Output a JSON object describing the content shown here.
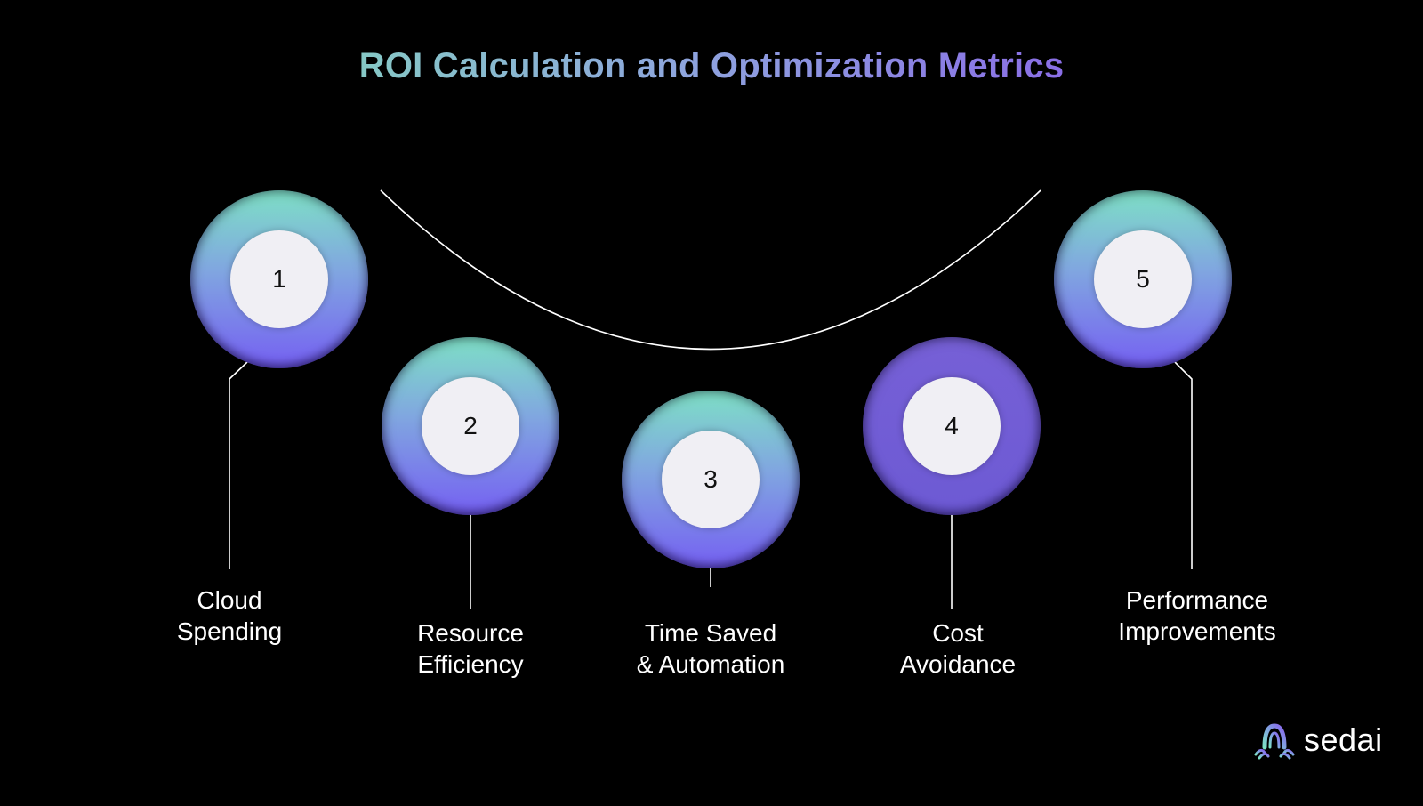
{
  "title": "ROI Calculation and Optimization Metrics",
  "steps": [
    {
      "number": "1",
      "label_line1": "Cloud",
      "label_line2": "Spending"
    },
    {
      "number": "2",
      "label_line1": "Resource",
      "label_line2": "Efficiency"
    },
    {
      "number": "3",
      "label_line1": "Time Saved",
      "label_line2": "& Automation"
    },
    {
      "number": "4",
      "label_line1": "Cost",
      "label_line2": "Avoidance"
    },
    {
      "number": "5",
      "label_line1": "Performance",
      "label_line2": "Improvements"
    }
  ],
  "brand": {
    "name": "sedai",
    "icon": "sedai-logo-icon"
  },
  "colors": {
    "background": "#000000",
    "gradient_top": "#7ee0c6",
    "gradient_mid": "#80a6e0",
    "gradient_bottom": "#7560f2",
    "node4_fill": "#6d5ad4",
    "inner_circle": "#f0eff4"
  }
}
